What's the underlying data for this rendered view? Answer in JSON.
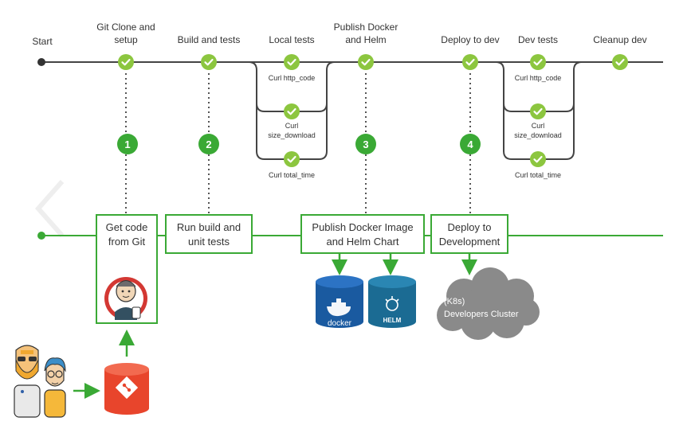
{
  "colors": {
    "accent": "#3aa935",
    "check": "#8cc63f",
    "line_dark": "#444444",
    "text": "#333333",
    "docker_blue": "#1a5aa0",
    "helm_blue": "#1b6b93",
    "cloud_gray": "#8a8a8a",
    "git_red": "#e8452c"
  },
  "stages": {
    "start": "Start",
    "clone_line1": "Git Clone and",
    "clone_line2": "setup",
    "build": "Build and tests",
    "local": "Local tests",
    "publish_line1": "Publish Docker",
    "publish_line2": "and Helm",
    "deploy": "Deploy to dev",
    "dev": "Dev tests",
    "cleanup": "Cleanup dev"
  },
  "local_tests": {
    "t1": "Curl http_code",
    "t2_line1": "Curl",
    "t2_line2": "size_download",
    "t3": "Curl total_time"
  },
  "dev_tests": {
    "t1": "Curl http_code",
    "t2_line1": "Curl",
    "t2_line2": "size_download",
    "t3": "Curl total_time"
  },
  "steps": {
    "s1": "1",
    "s2": "2",
    "s3": "3",
    "s4": "4"
  },
  "boxes": {
    "git_line1": "Get code",
    "git_line2": "from Git",
    "build_line1": "Run build and",
    "build_line2": "unit tests",
    "publish_line1": "Publish Docker Image",
    "publish_line2": "and Helm Chart",
    "deploy_line1": "Deploy to",
    "deploy_line2": "Development"
  },
  "logos": {
    "docker": "docker",
    "helm": "HELM"
  },
  "cluster": {
    "line1": "(K8s)",
    "line2": "Developers Cluster"
  },
  "icons": [
    "check-icon",
    "jenkins-icon",
    "git-icon",
    "docker-icon",
    "helm-icon",
    "cloud-icon",
    "developer-icon",
    "carousel-prev-icon"
  ]
}
